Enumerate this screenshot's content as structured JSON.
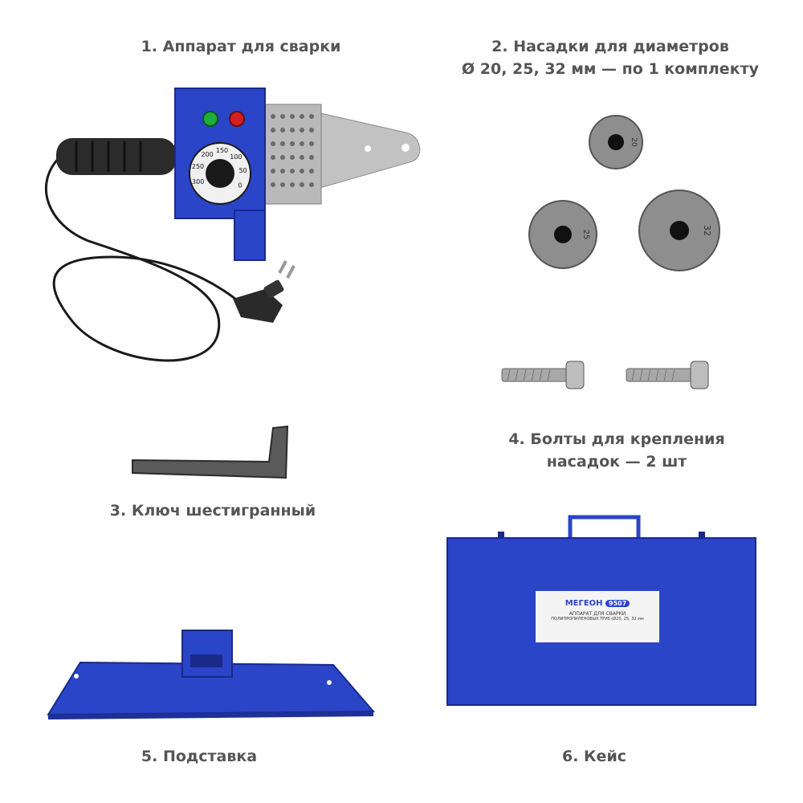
{
  "captions": {
    "c1": "1. Аппарат для сварки",
    "c2_line1": "2. Насадки для диаметров",
    "c2_line2": "Ø 20, 25, 32 мм — по 1 комплекту",
    "c3": "3. Ключ шестигранный",
    "c4_line1": "4. Болты для крепления",
    "c4_line2": "насадок — 2 шт",
    "c5": "5. Подставка",
    "c6": "6. Кейс"
  },
  "dial_labels": [
    "300",
    "250",
    "200",
    "150",
    "100",
    "50",
    "0"
  ],
  "nozzle_labels": [
    "20",
    "25",
    "32"
  ],
  "case_label": {
    "brand": "MEГЕОН",
    "badge": "9507",
    "line1": "АППАРАТ ДЛЯ СВАРКИ",
    "line2": "ПОЛИПРОПИЛЕНОВЫХ ТРУБ (Ø20, 25, 32 мм"
  },
  "colors": {
    "device_blue": "#2a45c8",
    "text_gray": "#555555",
    "metal": "#b8b8b8",
    "led_green": "#1fae3a",
    "led_red": "#d42020"
  }
}
